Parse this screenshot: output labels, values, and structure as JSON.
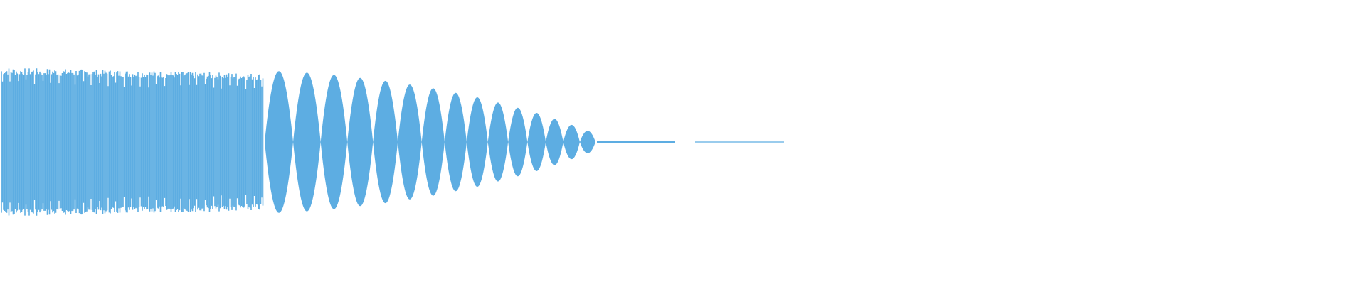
{
  "waveform": {
    "color": "#5DADE2",
    "background": "#FFFFFF",
    "pulses": [
      {
        "amp": 0.95
      },
      {
        "amp": 0.93
      },
      {
        "amp": 0.9
      },
      {
        "amp": 0.86
      },
      {
        "amp": 0.82
      },
      {
        "amp": 0.77
      },
      {
        "amp": 0.72
      },
      {
        "amp": 0.66
      },
      {
        "amp": 0.6
      },
      {
        "amp": 0.53
      },
      {
        "amp": 0.46
      },
      {
        "amp": 0.39
      },
      {
        "amp": 0.31
      },
      {
        "amp": 0.23
      },
      {
        "amp": 0.15
      }
    ],
    "tail_segments": 2
  }
}
